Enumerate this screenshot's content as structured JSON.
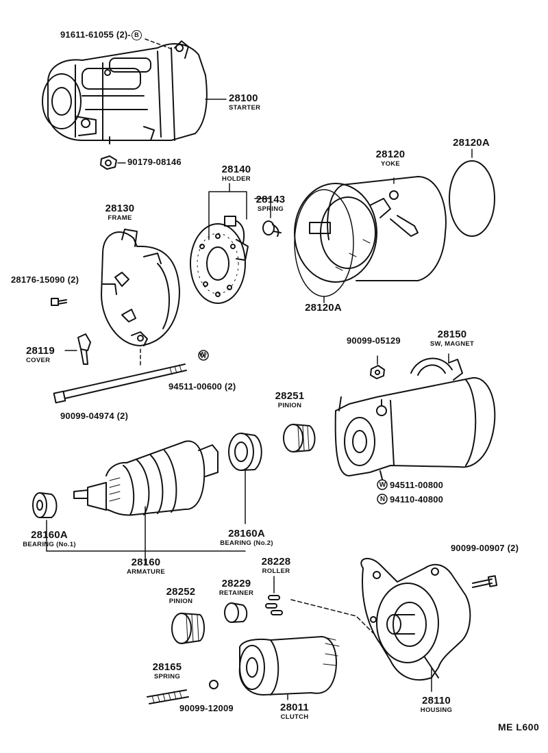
{
  "labels": {
    "bolt_top": {
      "pn": "91611-61055 (2)-",
      "mark": "B"
    },
    "starter": {
      "num": "28100",
      "sub": "STARTER"
    },
    "nut_top": {
      "pn": "90179-08146"
    },
    "holder": {
      "num": "28140",
      "sub": "HOLDER"
    },
    "spring_28143": {
      "num": "28143",
      "sub": "SPRING"
    },
    "yoke": {
      "num": "28120",
      "sub": "YOKE"
    },
    "oring_top": {
      "num": "28120A"
    },
    "oring_bottom": {
      "num": "28120A"
    },
    "frame": {
      "num": "28130",
      "sub": "FRAME"
    },
    "screw_frame": {
      "pn": "28176-15090 (2)"
    },
    "cover": {
      "num": "28119",
      "sub": "COVER"
    },
    "washer_w": {
      "mark": "W",
      "pn": "94511-00600 (2)"
    },
    "through_bolt": {
      "pn": "90099-04974 (2)"
    },
    "nut_magnet": {
      "pn": "90099-05129"
    },
    "magnet_switch": {
      "num": "28150",
      "sub": "SW, MAGNET"
    },
    "pinion_28251": {
      "num": "28251",
      "sub": "PINION"
    },
    "washer_magnet": {
      "mark": "W",
      "pn": "94511-00800"
    },
    "nut_n": {
      "mark": "N",
      "pn": "94110-40800"
    },
    "bearing1": {
      "num": "28160A",
      "sub": "BEARING (No.1)"
    },
    "bearing2": {
      "num": "28160A",
      "sub": "BEARING (No.2)"
    },
    "armature": {
      "num": "28160",
      "sub": "ARMATURE"
    },
    "bolt_housing": {
      "pn": "90099-00907 (2)"
    },
    "roller": {
      "num": "28228",
      "sub": "ROLLER"
    },
    "retainer": {
      "num": "28229",
      "sub": "RETAINER"
    },
    "pinion_28252": {
      "num": "28252",
      "sub": "PINION"
    },
    "spring_28165": {
      "num": "28165",
      "sub": "SPRING"
    },
    "ball": {
      "pn": "90099-12009"
    },
    "clutch": {
      "num": "28011",
      "sub": "CLUTCH"
    },
    "housing": {
      "num": "28110",
      "sub": "HOUSING"
    }
  },
  "footer_code": "ME  L600"
}
